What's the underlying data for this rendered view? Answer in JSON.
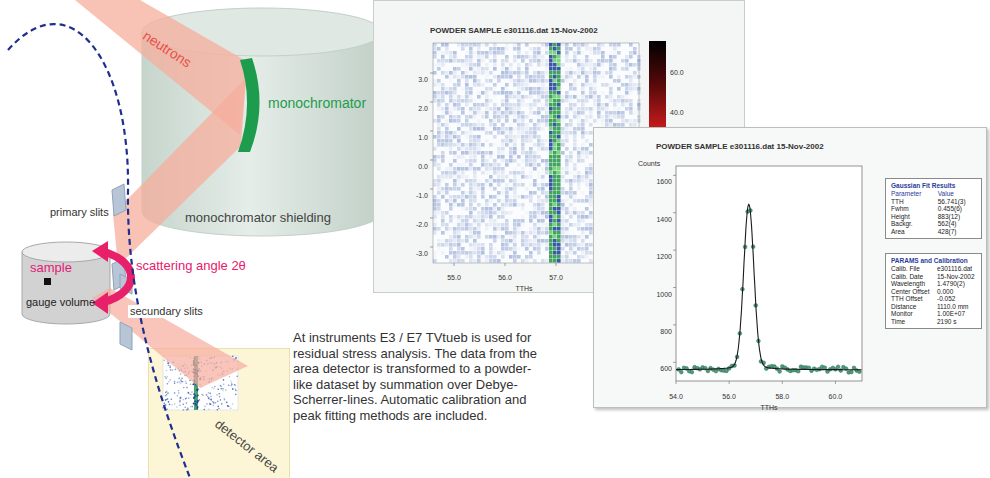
{
  "diagram": {
    "caption": "At instruments E3 / E7 TVtueb is used for residual stress analysis. The data from the area detector is transformed to a powder-like dataset by summation over Debye-Scherrer-lines. Automatic calibration and peak fitting methods are included.",
    "nodes": [
      {
        "text": [
          "monochromator",
          "monochromator shielding"
        ]
      },
      {
        "text": [
          "sample",
          "gauge volume"
        ]
      },
      {
        "text": [
          "detector area"
        ]
      },
      {
        "text": [
          "POWDER SAMPLE e301116.dat 15-Nov-2002"
        ]
      },
      {
        "text": [
          "POWDER SAMPLE e301116.dat 15-Nov-2002"
        ]
      },
      {
        "text": [
          "Gaussian Fit Results",
          "Parameter",
          "Value",
          "TTH",
          "56.741(3)",
          "Fwhm",
          "0.455(6)",
          "Height",
          "883(12)",
          "Backgr.",
          "562(4)",
          "Area",
          "428(7)"
        ],
        "in": 4
      },
      {
        "text": [
          "PARAMS and Calibration",
          "Calib. File",
          "e301116.dat",
          "Calib. Date",
          "15-Nov-2002",
          "Wavelength",
          "1.4790(2)",
          "Center Offset",
          "0.000",
          "TTH Offset",
          "-0.052",
          "Distance",
          "1110.0 mm",
          "Monitor",
          "1.00E+07",
          "Time",
          "2190 s"
        ],
        "in": 4
      }
    ],
    "labels": [
      "neutrons",
      "primary slits",
      "scattering angle 2θ",
      "secundary slits",
      "3.0",
      "2.0",
      "1.0",
      "0.0",
      "-1.0",
      "-2.0",
      "-3.0",
      "55.0",
      "56.0",
      "57.0",
      "TTHs",
      "60.0",
      "40.0",
      "Counts",
      "1600",
      "1400",
      "1200",
      "1000",
      "800",
      "600",
      "54.0",
      "56.0",
      "58.0",
      "60.0",
      "TTHs"
    ]
  }
}
